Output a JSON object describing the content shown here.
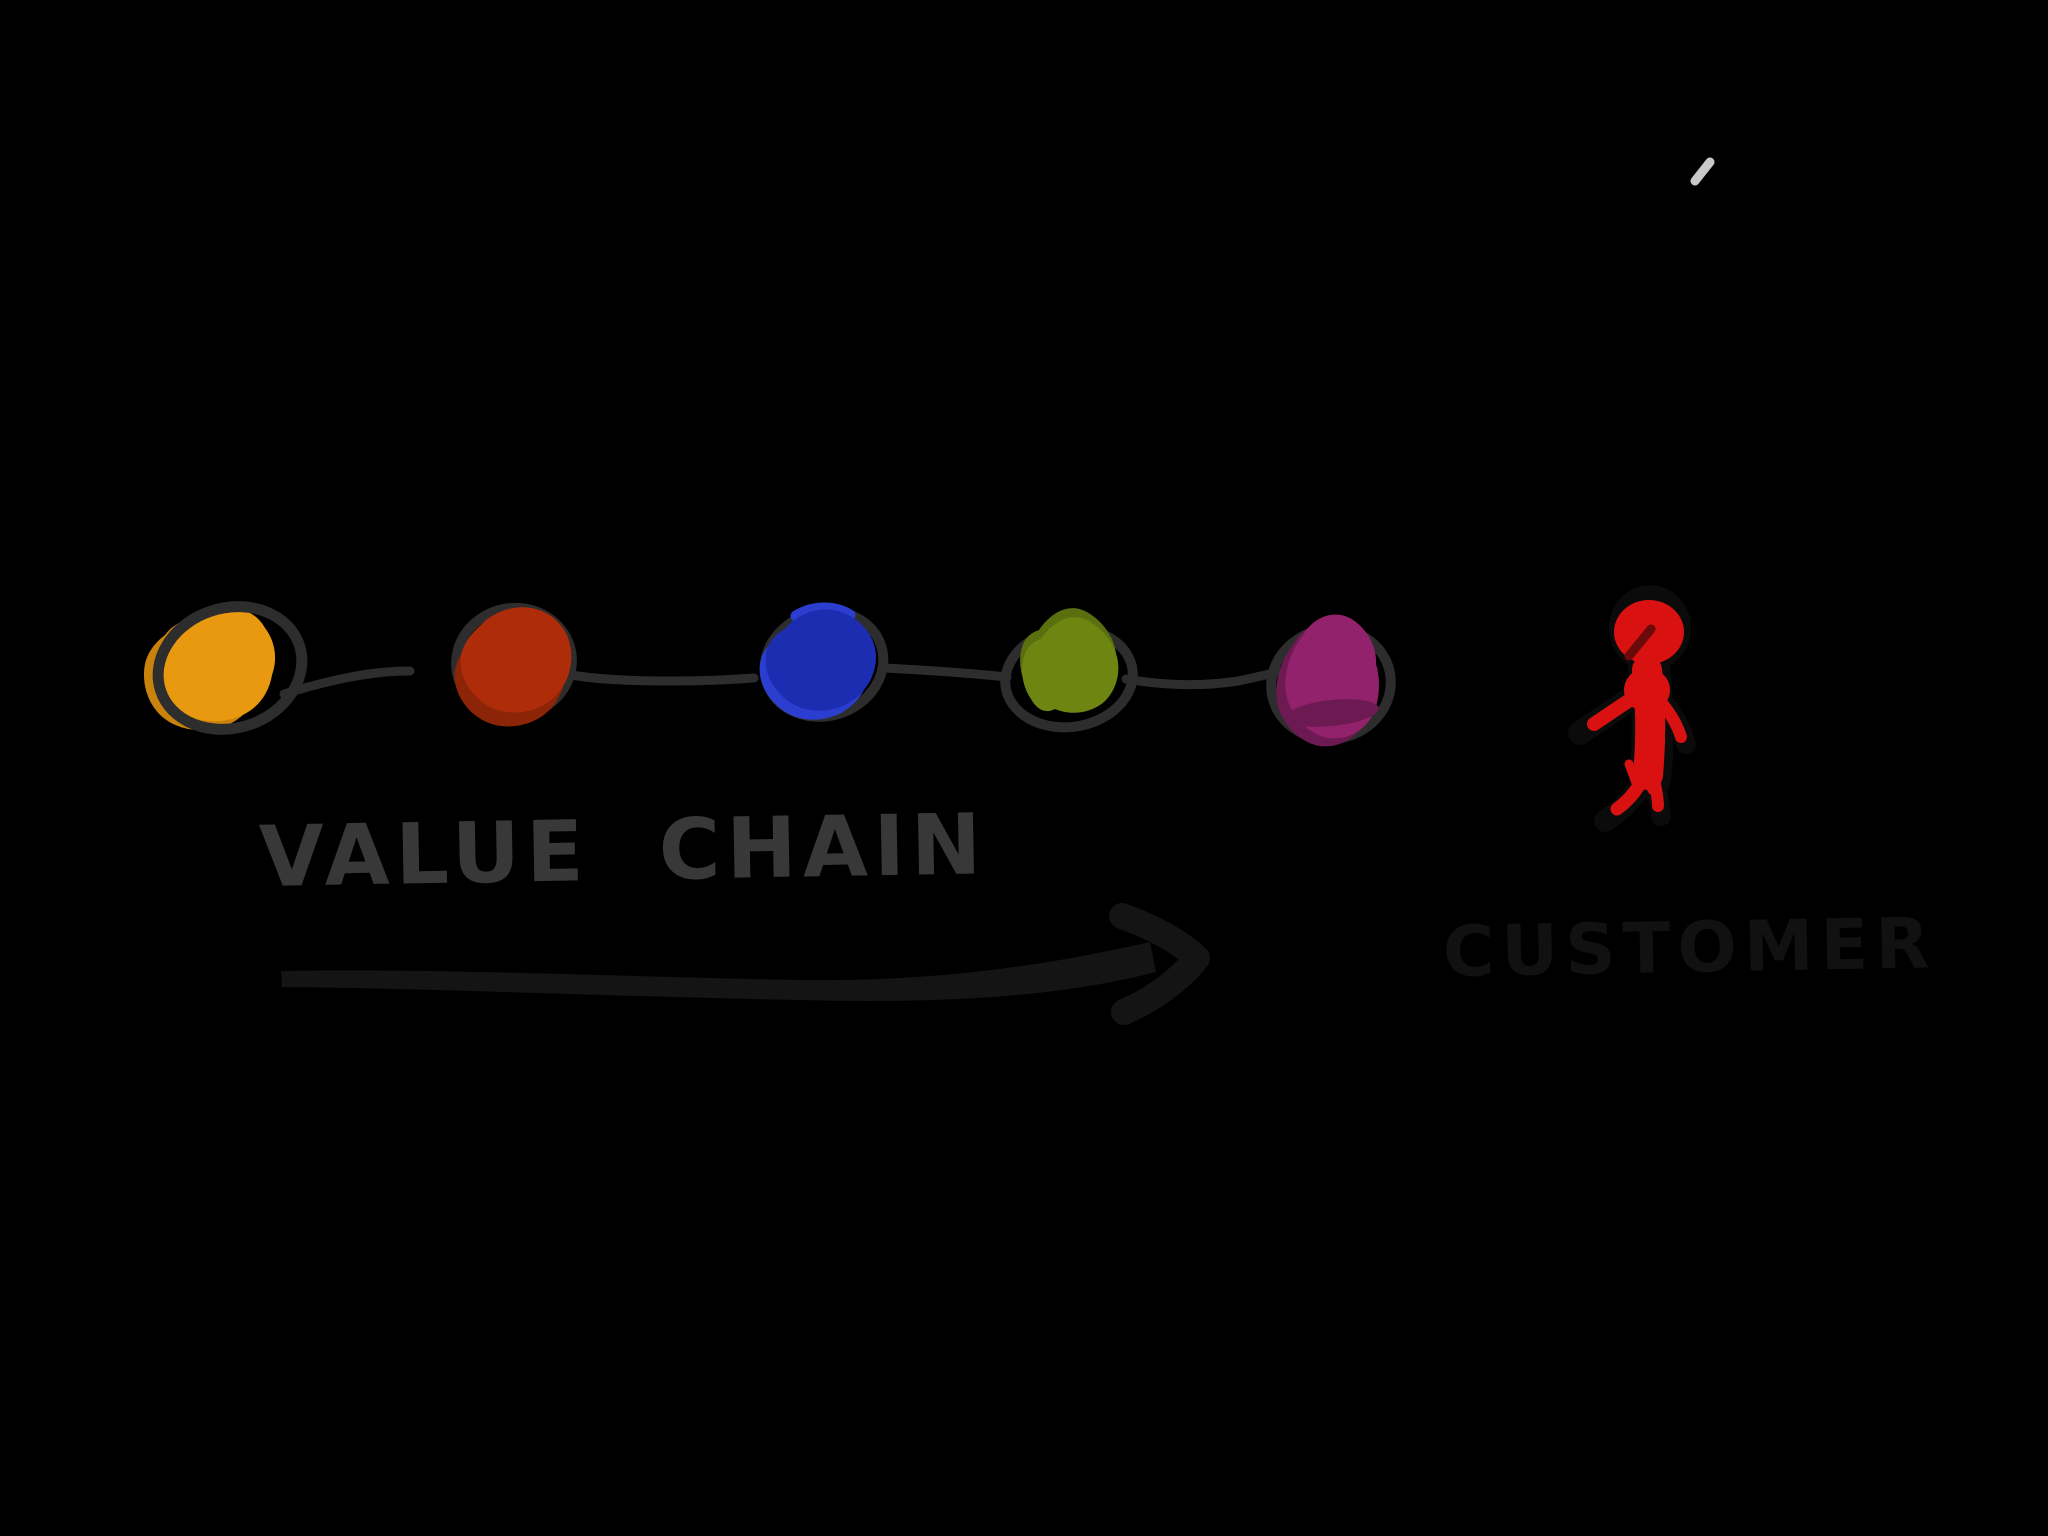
{
  "canvas": {
    "background": "#000000"
  },
  "value_chain": {
    "label": "VALUE CHAIN",
    "label_color": "#383838",
    "link_color": "#2D2D2D",
    "nodes": [
      {
        "id": "stage-1-amber",
        "color": "#E8990F",
        "shade": "#C9830C"
      },
      {
        "id": "stage-2-brick-red",
        "color": "#AF2C0A",
        "shade": "#8C2408"
      },
      {
        "id": "stage-3-royal-blue",
        "color": "#1C2DB2",
        "shade": "#2B3ECF"
      },
      {
        "id": "stage-4-olive-green",
        "color": "#6E8611",
        "shade": "#5A700E"
      },
      {
        "id": "stage-5-plum",
        "color": "#93226C",
        "shade": "#6E1A52"
      }
    ]
  },
  "flow_arrow": {
    "direction": "right",
    "color": "#141414"
  },
  "customer": {
    "label": "CUSTOMER",
    "label_color": "#111111",
    "figure_fill_color": "#D91111",
    "figure_outline_color": "#0B0B0B",
    "figure_accent_color": "#6B0A0A"
  },
  "stray_mark": {
    "color": "#C9C9C9"
  }
}
